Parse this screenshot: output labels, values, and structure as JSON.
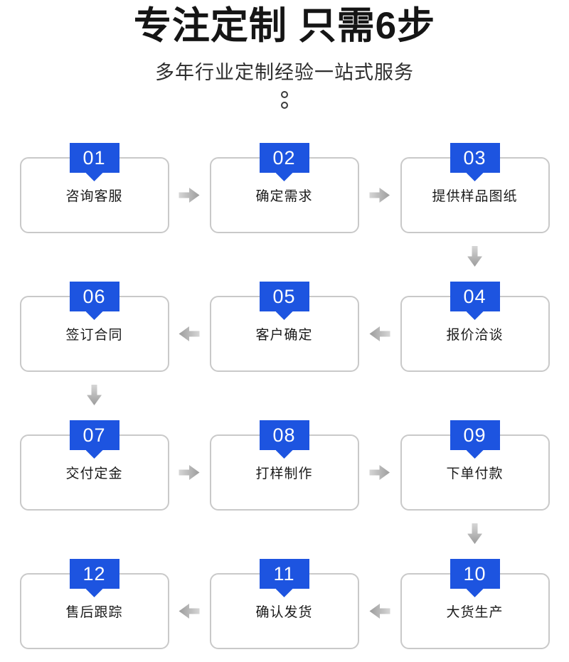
{
  "header": {
    "title": "专注定制 只需6步",
    "subtitle": "多年行业定制经验一站式服务",
    "decoration": "two-ring-colon-dots"
  },
  "colors": {
    "badge_blue": "#1d54e0",
    "arrow_gray": "#b0b0b0",
    "box_border": "#c9c9c9",
    "title_black": "#151515",
    "background": "#ffffff"
  },
  "rows": [
    {
      "arrow_direction": "right",
      "cells": [
        {
          "number": "01",
          "label": "咨询客服"
        },
        {
          "number": "02",
          "label": "确定需求"
        },
        {
          "number": "03",
          "label": "提供样品图纸"
        }
      ]
    },
    {
      "arrow_direction": "left",
      "cells": [
        {
          "number": "06",
          "label": "签订合同"
        },
        {
          "number": "05",
          "label": "客户确定"
        },
        {
          "number": "04",
          "label": "报价洽谈"
        }
      ]
    },
    {
      "arrow_direction": "right",
      "cells": [
        {
          "number": "07",
          "label": "交付定金"
        },
        {
          "number": "08",
          "label": "打样制作"
        },
        {
          "number": "09",
          "label": "下单付款"
        }
      ]
    },
    {
      "arrow_direction": "left",
      "cells": [
        {
          "number": "12",
          "label": "售后跟踪"
        },
        {
          "number": "11",
          "label": "确认发货"
        },
        {
          "number": "10",
          "label": "大货生产"
        }
      ]
    }
  ],
  "connectors": [
    {
      "after_row": 1,
      "column": "right",
      "direction": "down"
    },
    {
      "after_row": 2,
      "column": "left",
      "direction": "down"
    },
    {
      "after_row": 3,
      "column": "right",
      "direction": "down"
    }
  ]
}
